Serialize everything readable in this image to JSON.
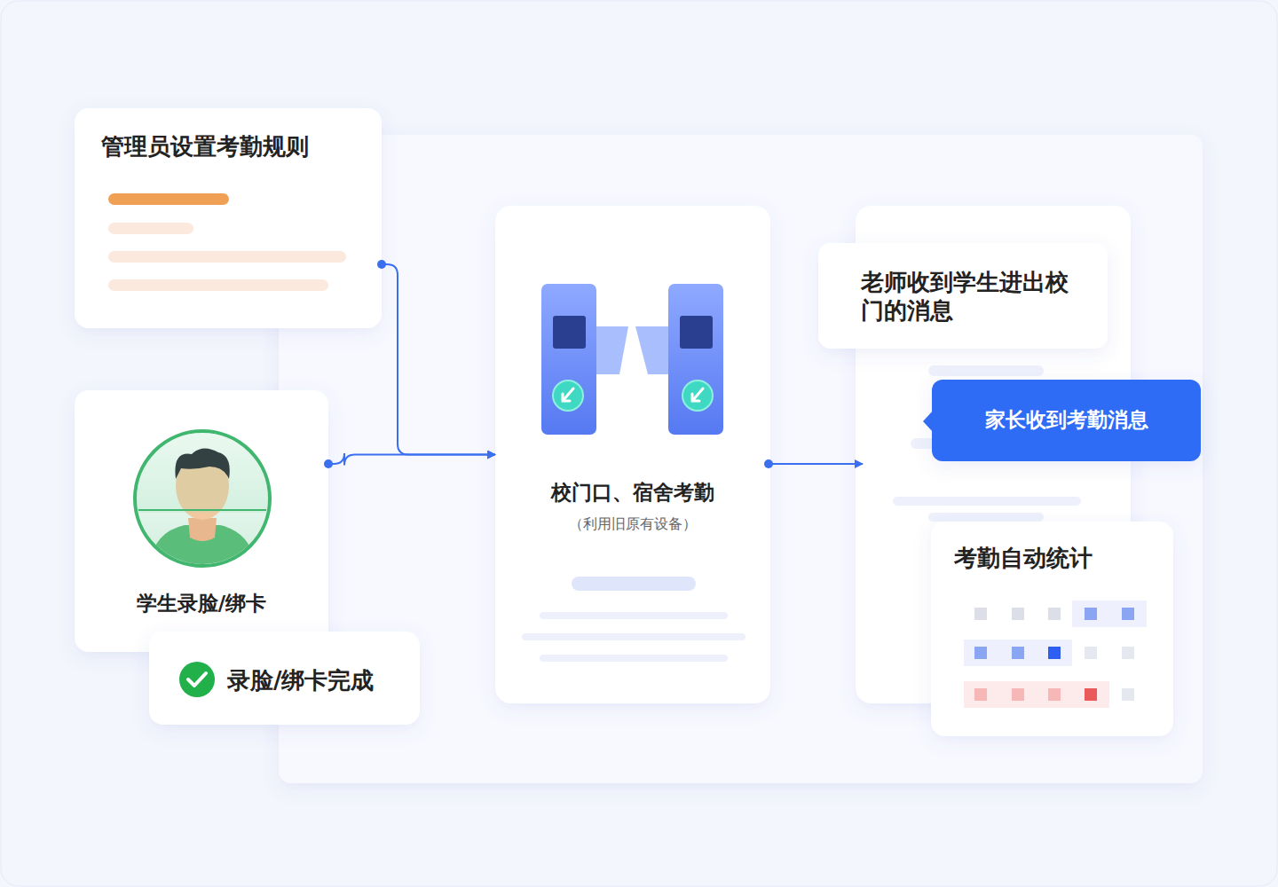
{
  "diagram": {
    "nodes": [
      {
        "text": [
          "管理员设置考勤规则"
        ]
      },
      {
        "text": [
          "学生录脸/绑卡"
        ]
      },
      {
        "text": [
          "录脸/绑卡完成"
        ]
      },
      {
        "text": [
          "校门口、宿舍考勤",
          "（利用旧原有设备）"
        ]
      },
      {
        "text": [
          "老师收到学生进出校门的消息"
        ]
      },
      {
        "text": [
          "家长收到考勤消息"
        ]
      },
      {
        "text": [
          "考勤自动统计"
        ]
      }
    ],
    "edges": [
      {
        "from": 0,
        "to": 3,
        "arrow": "to"
      },
      {
        "from": 1,
        "to": 3,
        "arrow": "to"
      }
    ]
  }
}
